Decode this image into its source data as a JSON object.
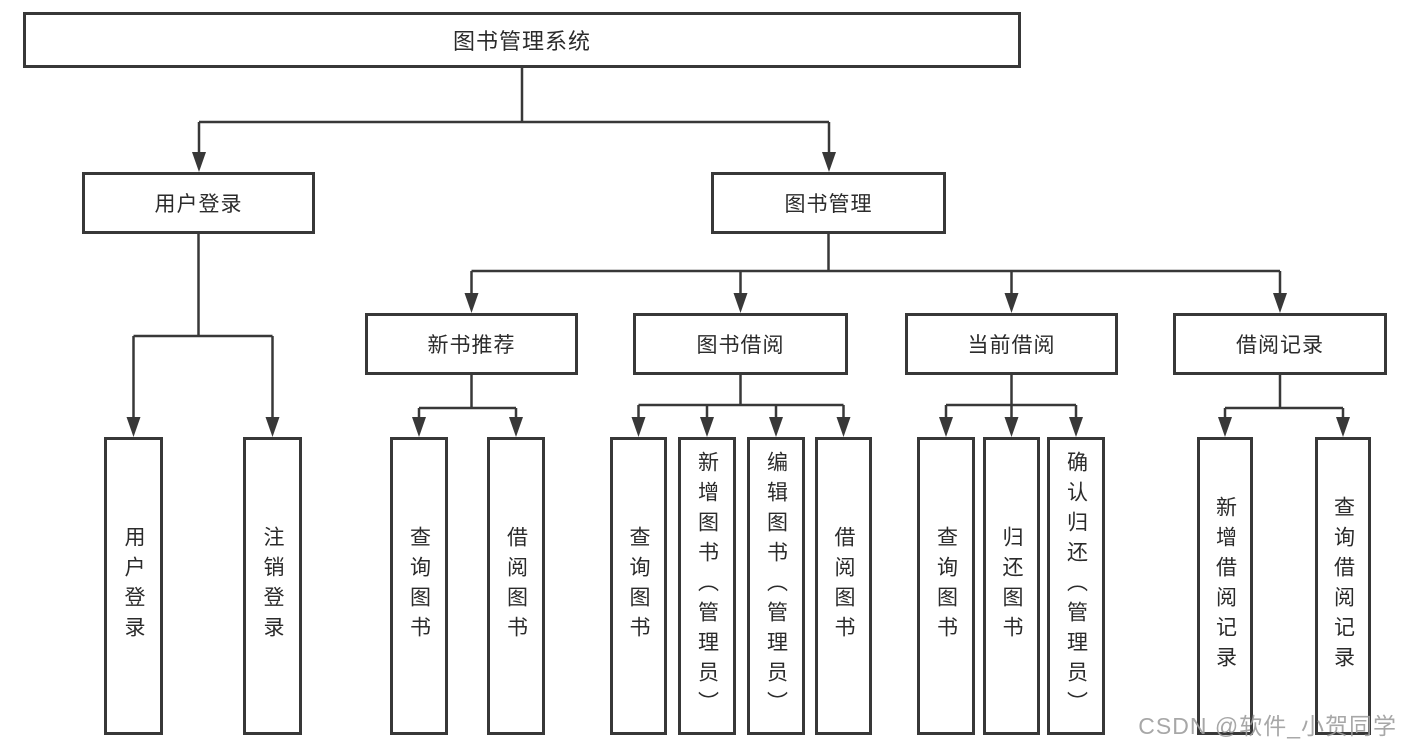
{
  "diagram": {
    "root_label": "图书管理系统",
    "level2": {
      "user_login": "用户登录",
      "book_management": "图书管理"
    },
    "level3": {
      "new_book_recommend": "新书推荐",
      "book_borrowing": "图书借阅",
      "current_borrowing": "当前借阅",
      "borrowing_records": "借阅记录"
    },
    "leaves": {
      "user_login": [
        "用户登录",
        "注销登录"
      ],
      "new_book_recommend": [
        "查询图书",
        "借阅图书"
      ],
      "book_borrowing": [
        "查询图书",
        "新增图书（管理员）",
        "编辑图书（管理员）",
        "借阅图书"
      ],
      "current_borrowing": [
        "查询图书",
        "归还图书",
        "确认归还（管理员）"
      ],
      "borrowing_records": [
        "新增借阅记录",
        "查询借阅记录"
      ]
    }
  },
  "watermark": "CSDN @软件_小贺同学",
  "colors": {
    "line": "#383838",
    "text": "#2b2b2b",
    "watermark_gray": "#9e9e9e",
    "background": "#ffffff"
  }
}
